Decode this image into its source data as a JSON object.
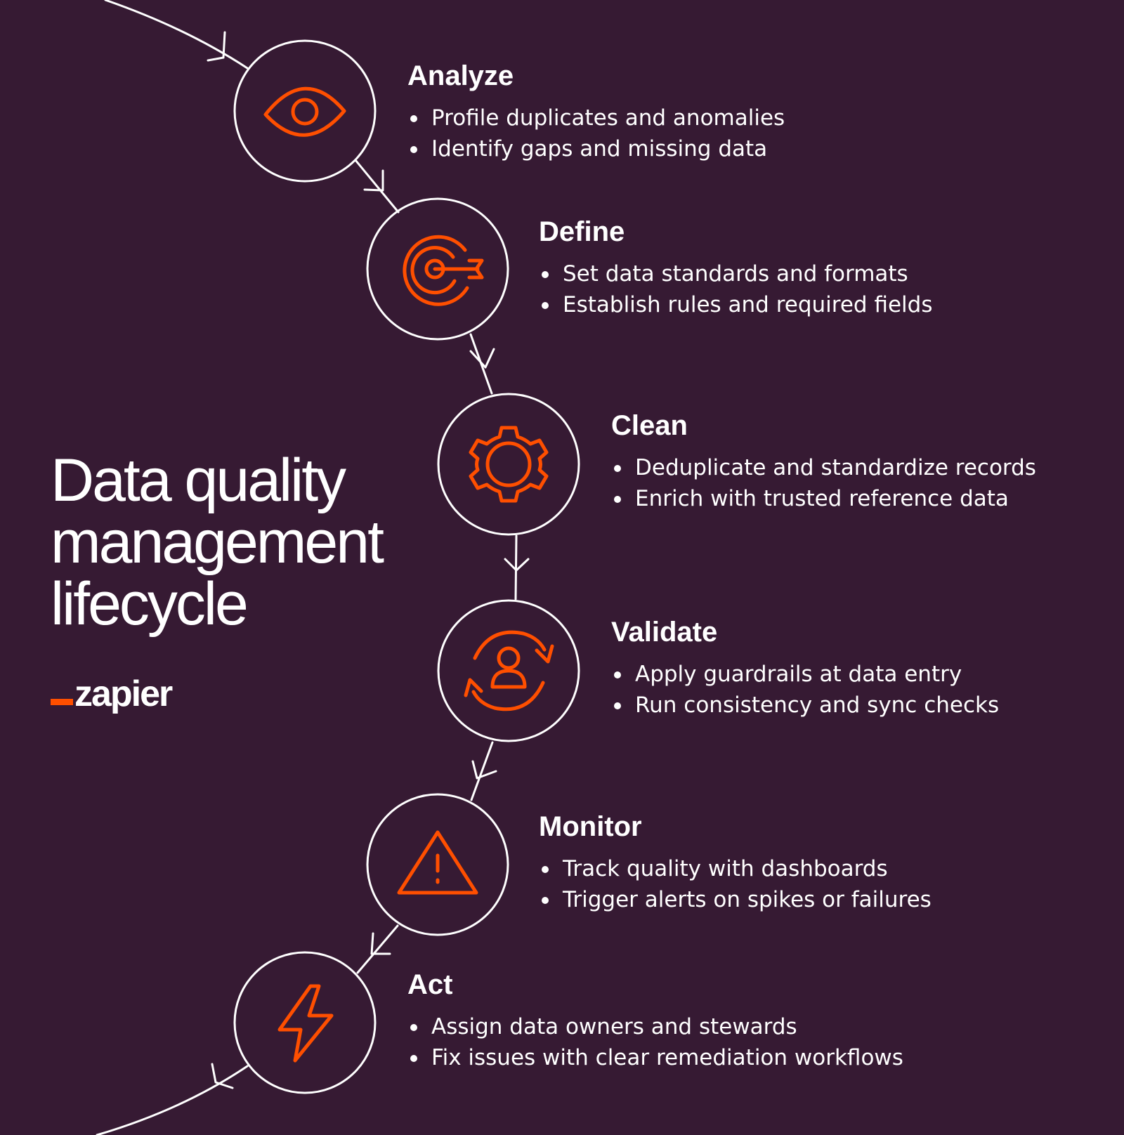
{
  "title_lines": [
    "Data quality",
    "management",
    "lifecycle"
  ],
  "logo": {
    "text": "zapier"
  },
  "colors": {
    "background": "#361a33",
    "accent": "#ff4f00",
    "line": "#ffffff"
  },
  "steps": [
    {
      "title": "Analyze",
      "icon": "eye-icon",
      "bullets": [
        "Profile duplicates and anomalies",
        "Identify gaps and missing data"
      ]
    },
    {
      "title": "Define",
      "icon": "target-icon",
      "bullets": [
        "Set data standards and formats",
        "Establish rules and required fields"
      ]
    },
    {
      "title": "Clean",
      "icon": "gear-icon",
      "bullets": [
        "Deduplicate and standardize records",
        "Enrich with trusted reference data"
      ]
    },
    {
      "title": "Validate",
      "icon": "user-sync-icon",
      "bullets": [
        "Apply guardrails at data entry",
        "Run consistency and sync checks"
      ]
    },
    {
      "title": "Monitor",
      "icon": "warning-icon",
      "bullets": [
        "Track quality with dashboards",
        "Trigger alerts on spikes or failures"
      ]
    },
    {
      "title": "Act",
      "icon": "lightning-icon",
      "bullets": [
        "Assign data owners and stewards",
        "Fix issues with clear remediation workflows"
      ]
    }
  ]
}
